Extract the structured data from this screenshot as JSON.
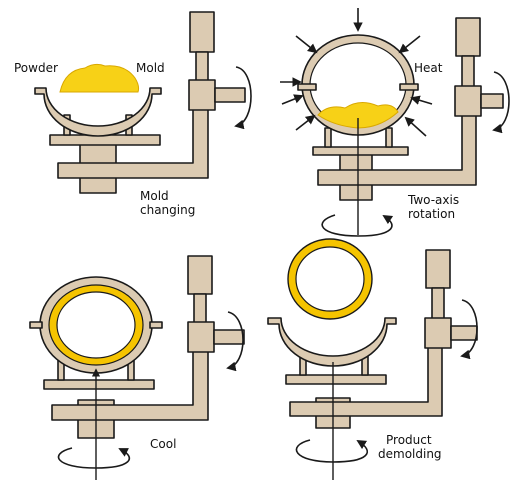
{
  "labels": {
    "powder": "Powder",
    "mold": "Mold",
    "mold_changing_1": "Mold",
    "mold_changing_2": "changing",
    "heat": "Heat",
    "two_axis_1": "Two-axis",
    "two_axis_2": "rotation",
    "cool": "Cool",
    "product_demolding_1": "Product",
    "product_demolding_2": "demolding"
  },
  "colors": {
    "machine": "#dccbb2",
    "powder": "#f7d117",
    "product": "#f5c400",
    "outline": "#1a1a1a"
  }
}
